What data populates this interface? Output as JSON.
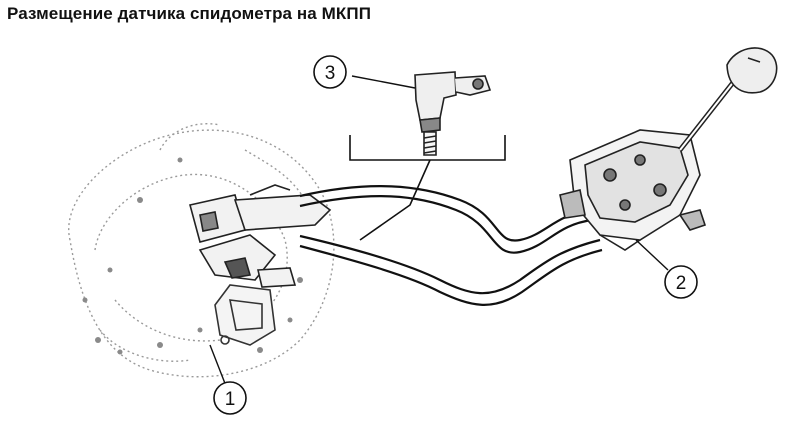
{
  "title": "Размещение датчика спидометра на МКПП",
  "callouts": [
    "1",
    "2",
    "3"
  ],
  "colors": {
    "ink": "#111111",
    "sketch": "#9a9a9a",
    "background": "#ffffff"
  }
}
